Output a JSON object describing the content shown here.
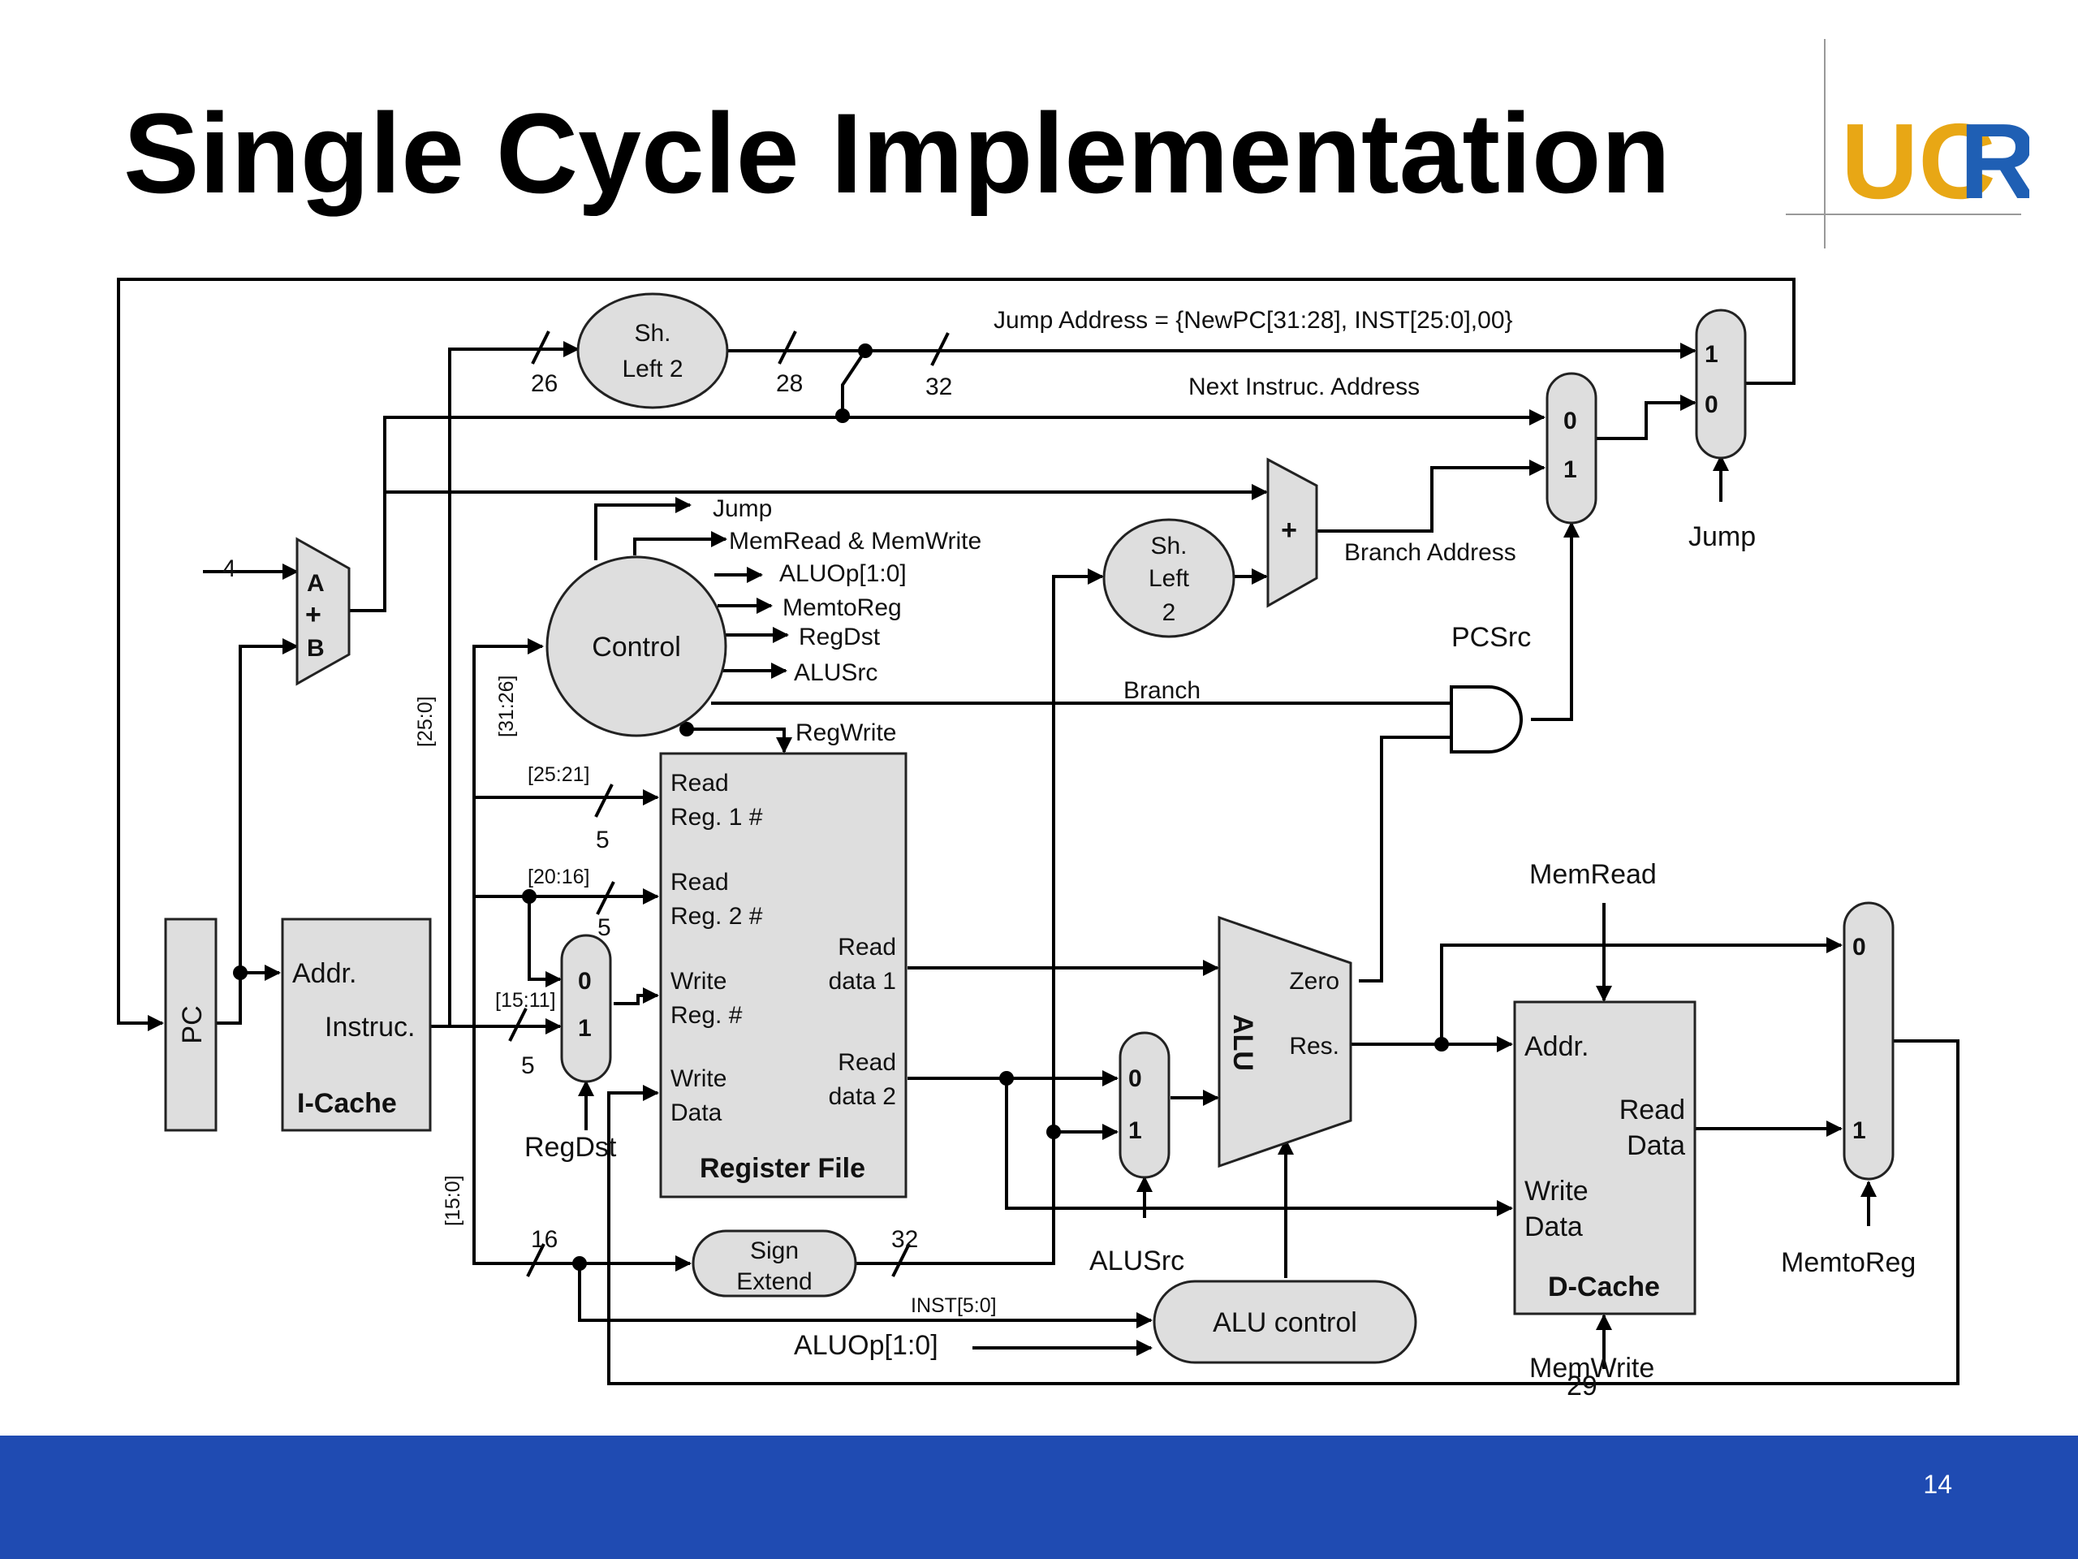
{
  "title": "Single Cycle Implementation",
  "logo_text": "UCR",
  "page_number": "14",
  "overlay_number": "29",
  "colors": {
    "footer": "#1f4bb2",
    "logo_uc": "#e8a715",
    "logo_r": "#1f5fb4",
    "block_fill": "#dedede"
  },
  "diagram": {
    "pc": "PC",
    "icache": {
      "addr": "Addr.",
      "instruc": "Instruc.",
      "name": "I-Cache"
    },
    "adder": {
      "a": "A",
      "plus": "+",
      "b": "B",
      "four": "4"
    },
    "shl2_top": {
      "line1": "Sh.",
      "line2": "Left 2"
    },
    "shl2_branch": {
      "line1": "Sh.",
      "line2": "Left",
      "line3": "2"
    },
    "branch_adder": "+",
    "jump_address": "Jump Address = {NewPC[31:28], INST[25:0],00}",
    "next_instruc": "Next Instruc. Address",
    "branch_address": "Branch Address",
    "pcsrc": "PCSrc",
    "jump": "Jump",
    "branch": "Branch",
    "bus_widths": {
      "w26": "26",
      "w28": "28",
      "w32a": "32",
      "w5a": "5",
      "w5b": "5",
      "w5c": "5",
      "w16": "16",
      "w32b": "32"
    },
    "bit_fields": {
      "f25_0": "[25:0]",
      "f31_26": "[31:26]",
      "f25_21": "[25:21]",
      "f20_16": "[20:16]",
      "f15_11": "[15:11]",
      "f15_0": "[15:0]",
      "inst5_0": "INST[5:0]"
    },
    "control": {
      "name": "Control",
      "outputs": [
        "Jump",
        "MemRead & MemWrite",
        "ALUOp[1:0]",
        "MemtoReg",
        "RegDst",
        "ALUSrc"
      ],
      "regwrite": "RegWrite"
    },
    "regfile": {
      "read_reg1_a": "Read",
      "read_reg1_b": "Reg. 1 #",
      "read_reg2_a": "Read",
      "read_reg2_b": "Reg. 2 #",
      "write_reg_a": "Write",
      "write_reg_b": "Reg. #",
      "write_data_a": "Write",
      "write_data_b": "Data",
      "read_data1_a": "Read",
      "read_data1_b": "data 1",
      "read_data2_a": "Read",
      "read_data2_b": "data 2",
      "name": "Register File"
    },
    "regdst": "RegDst",
    "mux_labels": {
      "zero": "0",
      "one": "1"
    },
    "sign_extend": {
      "line1": "Sign",
      "line2": "Extend"
    },
    "alu": {
      "name": "ALU",
      "zero": "Zero",
      "res": "Res."
    },
    "alusrc": "ALUSrc",
    "alu_control": "ALU control",
    "aluop_in": "ALUOp[1:0]",
    "dcache": {
      "addr": "Addr.",
      "read_a": "Read",
      "read_b": "Data",
      "write_a": "Write",
      "write_b": "Data",
      "name": "D-Cache"
    },
    "memread": "MemRead",
    "memwrite": "MemWrite",
    "memtoreg": "MemtoReg"
  }
}
